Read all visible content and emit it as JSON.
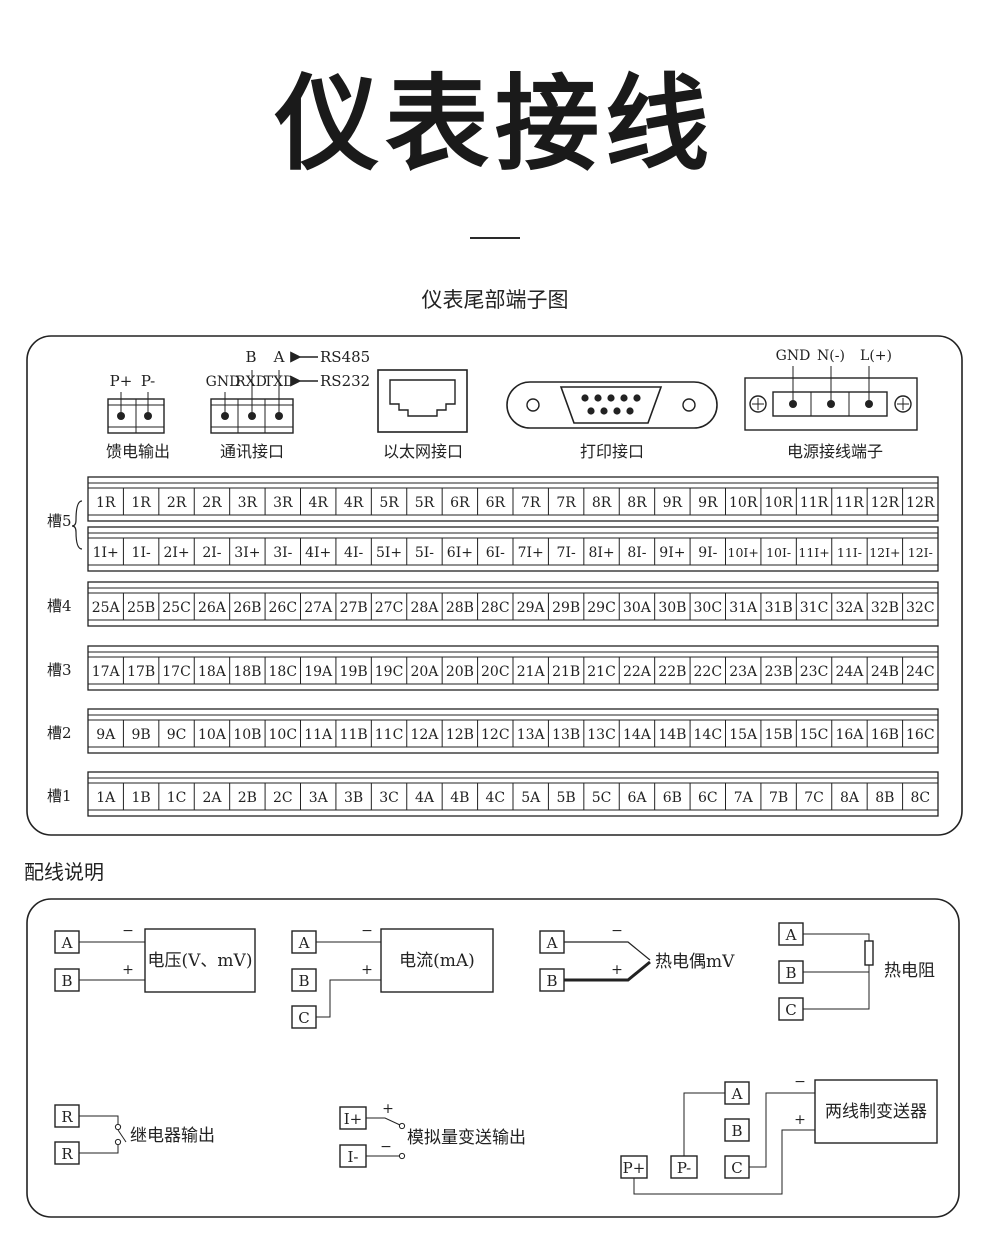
{
  "title": "仪表接线",
  "subtitle": "仪表尾部端子图",
  "rear_panel": {
    "feed_output": {
      "labels": [
        "P+",
        "P-"
      ],
      "caption": "馈电输出"
    },
    "comm": {
      "rs485": {
        "labels": [
          "B",
          "A"
        ],
        "tag": "RS485"
      },
      "rs232": {
        "labels": [
          "GND",
          "RXD",
          "TXD"
        ],
        "tag": "RS232"
      },
      "caption": "通讯接口"
    },
    "ethernet": {
      "caption": "以太网接口"
    },
    "print": {
      "caption": "打印接口"
    },
    "power": {
      "labels": [
        "GND",
        "N(-)",
        "L(+)"
      ],
      "caption": "电源接线端子"
    },
    "slots": [
      {
        "name": "槽5",
        "rows": [
          [
            "1R",
            "1R",
            "2R",
            "2R",
            "3R",
            "3R",
            "4R",
            "4R",
            "5R",
            "5R",
            "6R",
            "6R",
            "7R",
            "7R",
            "8R",
            "8R",
            "9R",
            "9R",
            "10R",
            "10R",
            "11R",
            "11R",
            "12R",
            "12R"
          ],
          [
            "1I+",
            "1I-",
            "2I+",
            "2I-",
            "3I+",
            "3I-",
            "4I+",
            "4I-",
            "5I+",
            "5I-",
            "6I+",
            "6I-",
            "7I+",
            "7I-",
            "8I+",
            "8I-",
            "9I+",
            "9I-",
            "10I+",
            "10I-",
            "11I+",
            "11I-",
            "12I+",
            "12I-"
          ]
        ]
      },
      {
        "name": "槽4",
        "rows": [
          [
            "25A",
            "25B",
            "25C",
            "26A",
            "26B",
            "26C",
            "27A",
            "27B",
            "27C",
            "28A",
            "28B",
            "28C",
            "29A",
            "29B",
            "29C",
            "30A",
            "30B",
            "30C",
            "31A",
            "31B",
            "31C",
            "32A",
            "32B",
            "32C"
          ]
        ]
      },
      {
        "name": "槽3",
        "rows": [
          [
            "17A",
            "17B",
            "17C",
            "18A",
            "18B",
            "18C",
            "19A",
            "19B",
            "19C",
            "20A",
            "20B",
            "20C",
            "21A",
            "21B",
            "21C",
            "22A",
            "22B",
            "22C",
            "23A",
            "23B",
            "23C",
            "24A",
            "24B",
            "24C"
          ]
        ]
      },
      {
        "name": "槽2",
        "rows": [
          [
            "9A",
            "9B",
            "9C",
            "10A",
            "10B",
            "10C",
            "11A",
            "11B",
            "11C",
            "12A",
            "12B",
            "12C",
            "13A",
            "13B",
            "13C",
            "14A",
            "14B",
            "14C",
            "15A",
            "15B",
            "15C",
            "16A",
            "16B",
            "16C"
          ]
        ]
      },
      {
        "name": "槽1",
        "rows": [
          [
            "1A",
            "1B",
            "1C",
            "2A",
            "2B",
            "2C",
            "3A",
            "3B",
            "3C",
            "4A",
            "4B",
            "4C",
            "5A",
            "5B",
            "5C",
            "6A",
            "6B",
            "6C",
            "7A",
            "7B",
            "7C",
            "8A",
            "8B",
            "8C"
          ]
        ]
      }
    ]
  },
  "wiring_title": "配线说明",
  "wiring": {
    "voltage": {
      "pins": [
        "A",
        "B"
      ],
      "minus": "−",
      "plus": "+",
      "label": "电压(V、mV)"
    },
    "current": {
      "pins": [
        "A",
        "B",
        "C"
      ],
      "minus": "−",
      "plus": "+",
      "label": "电流(mA)"
    },
    "thermocouple": {
      "pins": [
        "A",
        "B"
      ],
      "minus": "−",
      "plus": "+",
      "label": "热电偶mV"
    },
    "rtd": {
      "pins": [
        "A",
        "B",
        "C"
      ],
      "label": "热电阻"
    },
    "relay": {
      "pins": [
        "R",
        "R"
      ],
      "label": "继电器输出"
    },
    "analog": {
      "pins": [
        "I+",
        "I-"
      ],
      "plus": "+",
      "minus": "−",
      "label": "模拟量变送输出"
    },
    "two_wire": {
      "pins": [
        "A",
        "B",
        "C",
        "P+",
        "P-"
      ],
      "minus": "−",
      "plus": "+",
      "label": "两线制变送器"
    }
  }
}
